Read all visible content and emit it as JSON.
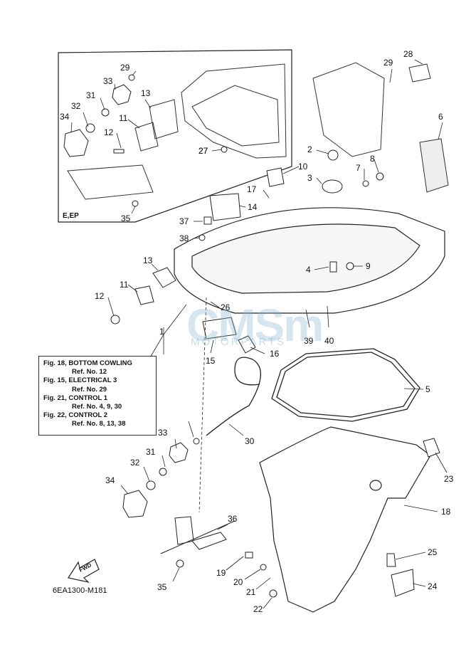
{
  "inset": {
    "label": "E,EP"
  },
  "reference_box": {
    "lines": [
      {
        "fig": "Fig. 18, BOTTOM COWLING",
        "ref": "Ref. No. 12"
      },
      {
        "fig": "Fig. 15, ELECTRICAL 3",
        "ref": "Ref. No. 29"
      },
      {
        "fig": "Fig. 21, CONTROL 1",
        "ref": "Ref. No. 4, 9, 30"
      },
      {
        "fig": "Fig. 22, CONTROL 2",
        "ref": "Ref. No. 8, 13, 38"
      }
    ]
  },
  "watermark": {
    "main": "CMSm",
    "sub": "MOTORPARTS"
  },
  "fwd_label": "FWD",
  "drawing_code": "6EA1300-M181",
  "callouts": [
    "1",
    "2",
    "3",
    "4",
    "5",
    "6",
    "7",
    "8",
    "9",
    "10",
    "11",
    "12",
    "13",
    "14",
    "15",
    "16",
    "17",
    "18",
    "19",
    "20",
    "21",
    "22",
    "23",
    "24",
    "25",
    "26",
    "27",
    "28",
    "29",
    "30",
    "31",
    "32",
    "33",
    "34",
    "35",
    "36",
    "37",
    "38",
    "39",
    "40"
  ],
  "inset_callouts": [
    "29",
    "33",
    "31",
    "32",
    "13",
    "34",
    "11",
    "12",
    "27",
    "35"
  ]
}
